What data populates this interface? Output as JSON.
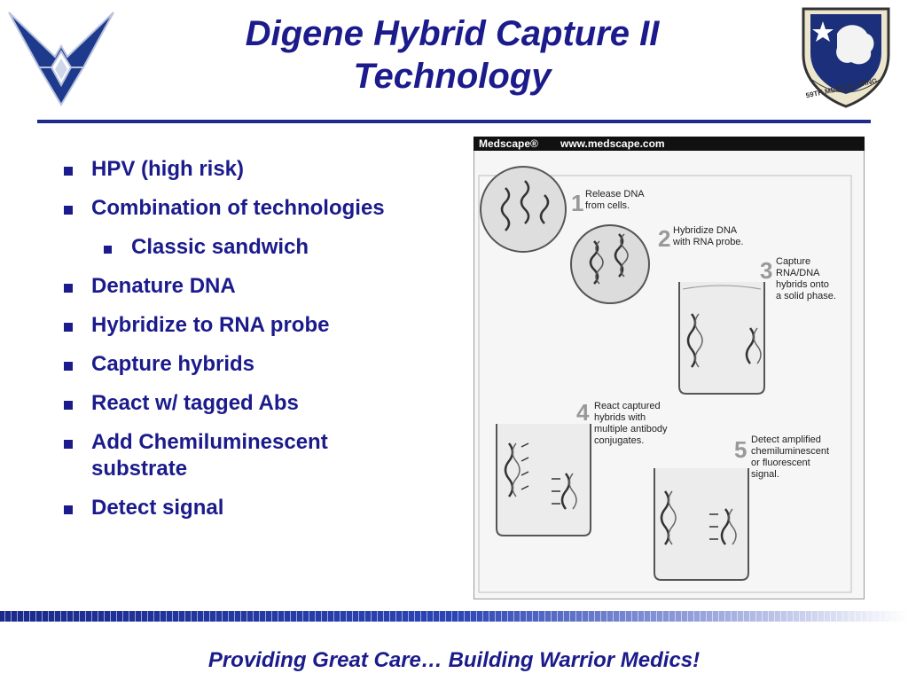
{
  "slide": {
    "title_line1": "Digene Hybrid Capture II",
    "title_line2": "Technology",
    "footer": "Providing Great Care… Building Warrior Medics!",
    "colors": {
      "title_blue": "#1b1b8c",
      "rule_blue": "#1f2a8a"
    }
  },
  "logos": {
    "left_icon": "air-force-wings-icon",
    "right_icon": "medical-wing-shield-icon",
    "right_seal_text": "59TH MEDICAL WING"
  },
  "bullets": [
    {
      "text": "HPV (high risk)",
      "level": 1
    },
    {
      "text": "Combination of technologies",
      "level": 1
    },
    {
      "text": "Classic sandwich",
      "level": 2
    },
    {
      "text": "Denature DNA",
      "level": 1
    },
    {
      "text": "Hybridize to RNA probe",
      "level": 1
    },
    {
      "text": "Capture hybrids",
      "level": 1
    },
    {
      "text": "React w/ tagged Abs",
      "level": 1
    },
    {
      "text": "Add Chemiluminescent substrate",
      "level": 1
    },
    {
      "text": "Detect signal",
      "level": 1
    }
  ],
  "figure": {
    "header_left": "Medscape®",
    "header_right": "www.medscape.com",
    "steps": [
      {
        "num": "1",
        "lines": [
          "Release DNA",
          "from cells."
        ]
      },
      {
        "num": "2",
        "lines": [
          "Hybridize DNA",
          "with RNA probe."
        ]
      },
      {
        "num": "3",
        "lines": [
          "Capture",
          "RNA/DNA",
          "hybrids onto",
          "a solid phase."
        ]
      },
      {
        "num": "4",
        "lines": [
          "React captured",
          "hybrids with",
          "multiple antibody",
          "conjugates."
        ]
      },
      {
        "num": "5",
        "lines": [
          "Detect amplified",
          "chemiluminescent",
          "or fluorescent",
          "signal."
        ]
      }
    ]
  }
}
